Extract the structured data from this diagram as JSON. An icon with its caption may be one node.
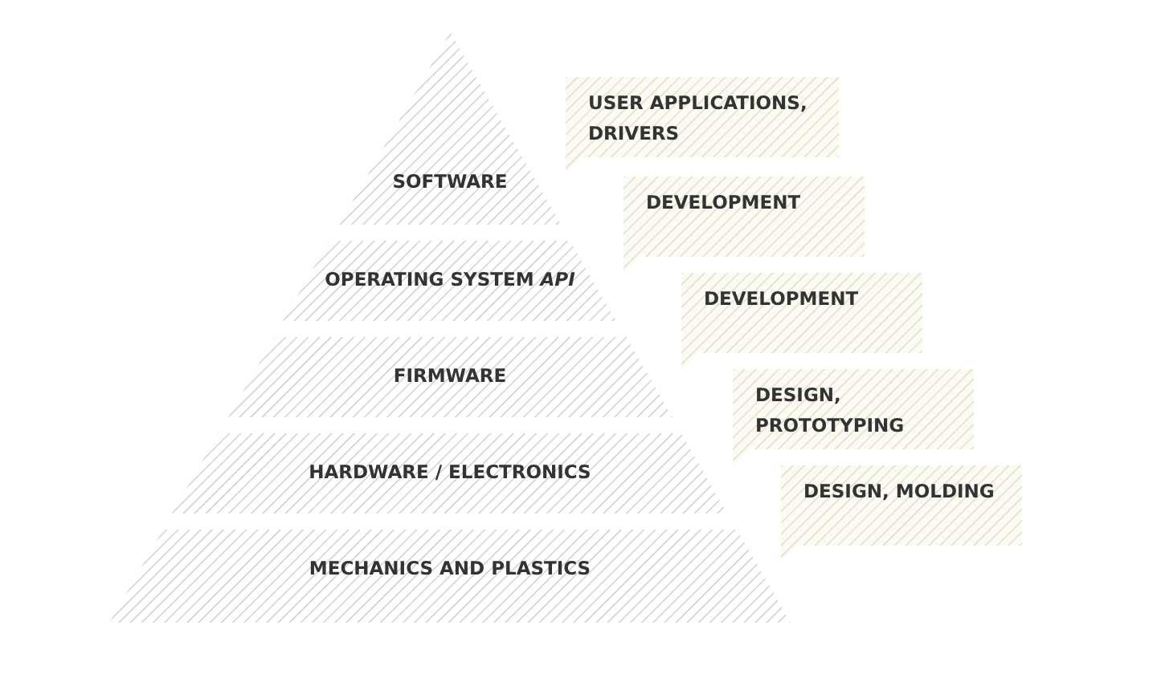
{
  "diagram": {
    "nodes": [
      {
        "text": [
          "SOFTWARE"
        ]
      },
      {
        "text": [
          "OPERATING SYSTEM *API*"
        ]
      },
      {
        "text": [
          "FIRMWARE"
        ]
      },
      {
        "text": [
          "HARDWARE / ELECTRONICS"
        ]
      },
      {
        "text": [
          "MECHANICS AND PLASTICS"
        ]
      },
      {
        "text": [
          "USER APPLICATIONS, DRIVERS"
        ]
      },
      {
        "text": [
          "DEVELOPMENT"
        ]
      },
      {
        "text": [
          "DEVELOPMENT"
        ]
      },
      {
        "text": [
          "DESIGN, PROTOTYPING"
        ]
      },
      {
        "text": [
          "DESIGN, MOLDING"
        ]
      }
    ]
  }
}
